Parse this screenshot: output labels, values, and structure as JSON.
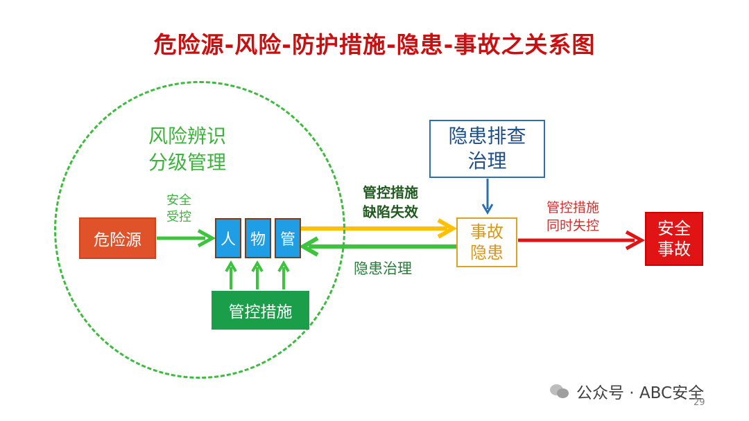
{
  "title": "危险源-风险-防护措施-隐患-事故之关系图",
  "circle_label": "风险辨识\n分级管理",
  "safe_control": "安全\n受控",
  "hazard_source": "危险源",
  "factors": [
    "人",
    "物",
    "管"
  ],
  "control_measures": "管控措施",
  "measure_failure": "管控措施\n缺陷失效",
  "hidden_governance": "隐患治理",
  "hidden_inspection": "隐患排查\n治理",
  "hidden_danger": "事故\n隐患",
  "simultaneous_failure": "管控措施\n同时失控",
  "safety_accident": "安全\n事故",
  "watermark": "公众号 · ABC安全",
  "page_number": "29",
  "colors": {
    "title": "#c81010",
    "dashed_circle": "#3dbb3d",
    "hazard_box": "#e0532a",
    "factor_box": "#1f9ee6",
    "measures_box": "#1a9e4a",
    "yellow_arrow": "#ffc000",
    "red_arrow": "#e01414",
    "accident_box": "#e01414"
  },
  "icons": [
    "wechat-icon"
  ]
}
